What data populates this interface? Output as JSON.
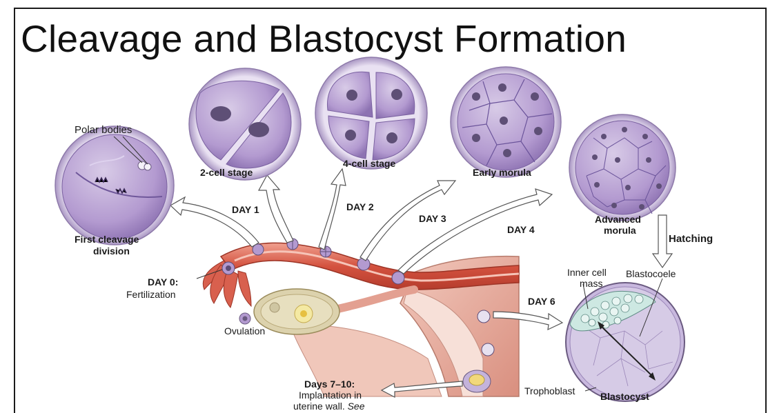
{
  "title": "Cleavage and Blastocyst Formation",
  "labels": {
    "polar_bodies": "Polar bodies",
    "first_cleavage_1": "First cleavage",
    "first_cleavage_2": "division",
    "two_cell": "2-cell stage",
    "four_cell": "4-cell stage",
    "early_morula": "Early morula",
    "advanced_morula_1": "Advanced",
    "advanced_morula_2": "morula",
    "hatching": "Hatching",
    "day1": "DAY 1",
    "day2": "DAY 2",
    "day3": "DAY 3",
    "day4": "DAY 4",
    "day0": "DAY 0:",
    "fertilization": "Fertilization",
    "ovulation": "Ovulation",
    "inner_cell_1": "Inner cell",
    "inner_cell_2": "mass",
    "blastocoele": "Blastocoele",
    "day6": "DAY 6",
    "trophoblast": "Trophoblast",
    "blastocyst": "Blastocyst",
    "days710": "Days 7–10:",
    "implantation_1": "Implantation in",
    "implantation_2_a": "uterine wall. ",
    "implantation_2_b": "See"
  },
  "colors": {
    "cell_fill": "#b9a3d3",
    "cell_dark": "#8a6fae",
    "zona": "#ddd4ea",
    "nucleus": "#6a5a80",
    "tube": "#d8604e",
    "uterus": "#e9b3a6",
    "ovary": "#d9cfa6"
  }
}
